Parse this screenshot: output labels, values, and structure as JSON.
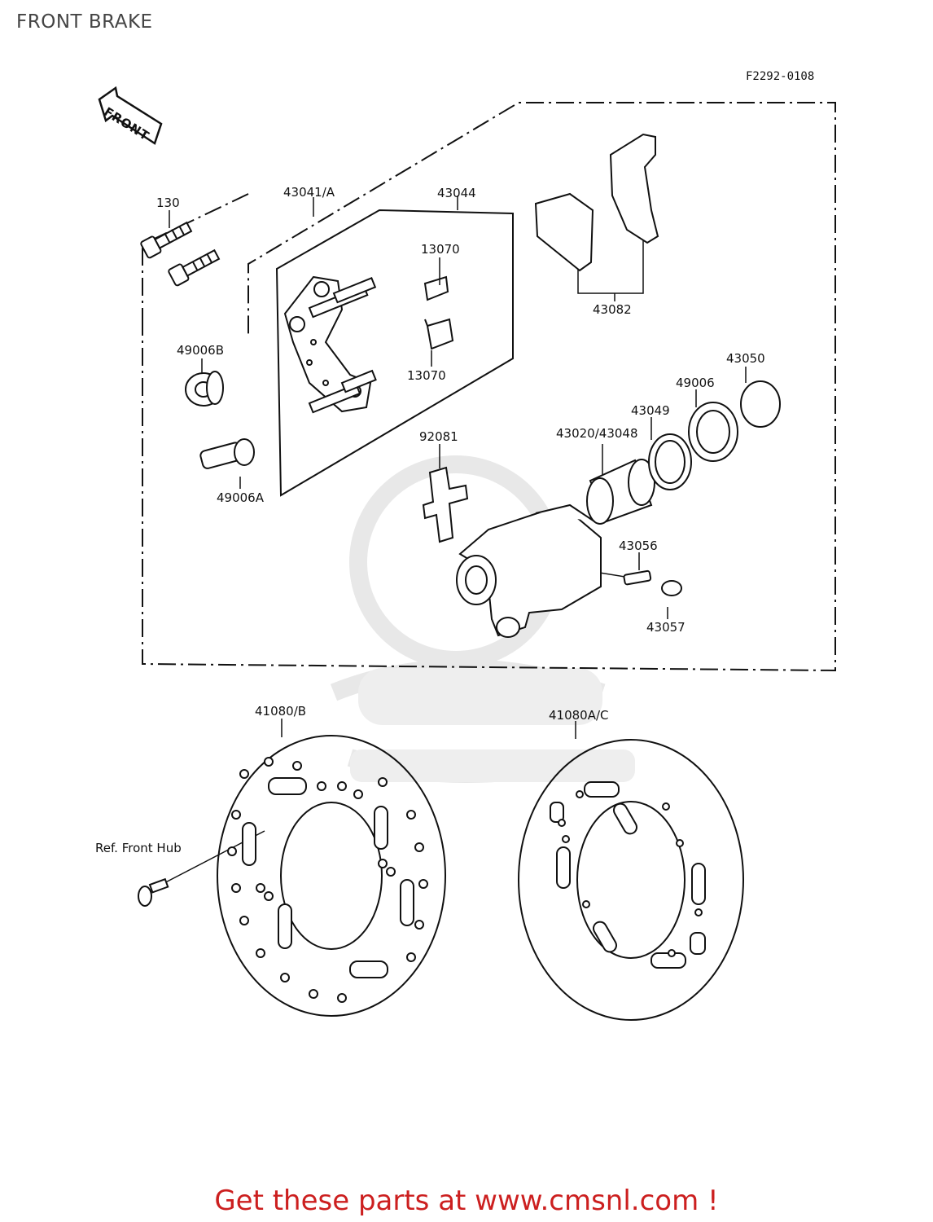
{
  "header": {
    "title": "FRONT BRAKE",
    "diagram_code": "F2292-0108"
  },
  "front_arrow": {
    "label": "FRONT"
  },
  "parts": [
    {
      "id": "130"
    },
    {
      "id": "43041/A"
    },
    {
      "id": "43044"
    },
    {
      "id": "13070"
    },
    {
      "id": "13070"
    },
    {
      "id": "43082"
    },
    {
      "id": "49006B"
    },
    {
      "id": "49006A"
    },
    {
      "id": "92081"
    },
    {
      "id": "43020/43048"
    },
    {
      "id": "43049"
    },
    {
      "id": "49006"
    },
    {
      "id": "43050"
    },
    {
      "id": "43056"
    },
    {
      "id": "43057"
    },
    {
      "id": "41080/B"
    },
    {
      "id": "41080A/C"
    }
  ],
  "reference": {
    "label": "Ref. Front Hub"
  },
  "footer": {
    "cta": "Get these parts at www.cmsnl.com !"
  },
  "colors": {
    "line": "#111111",
    "footer_text": "#cc1f1f",
    "watermark": "#e6e6e6"
  }
}
